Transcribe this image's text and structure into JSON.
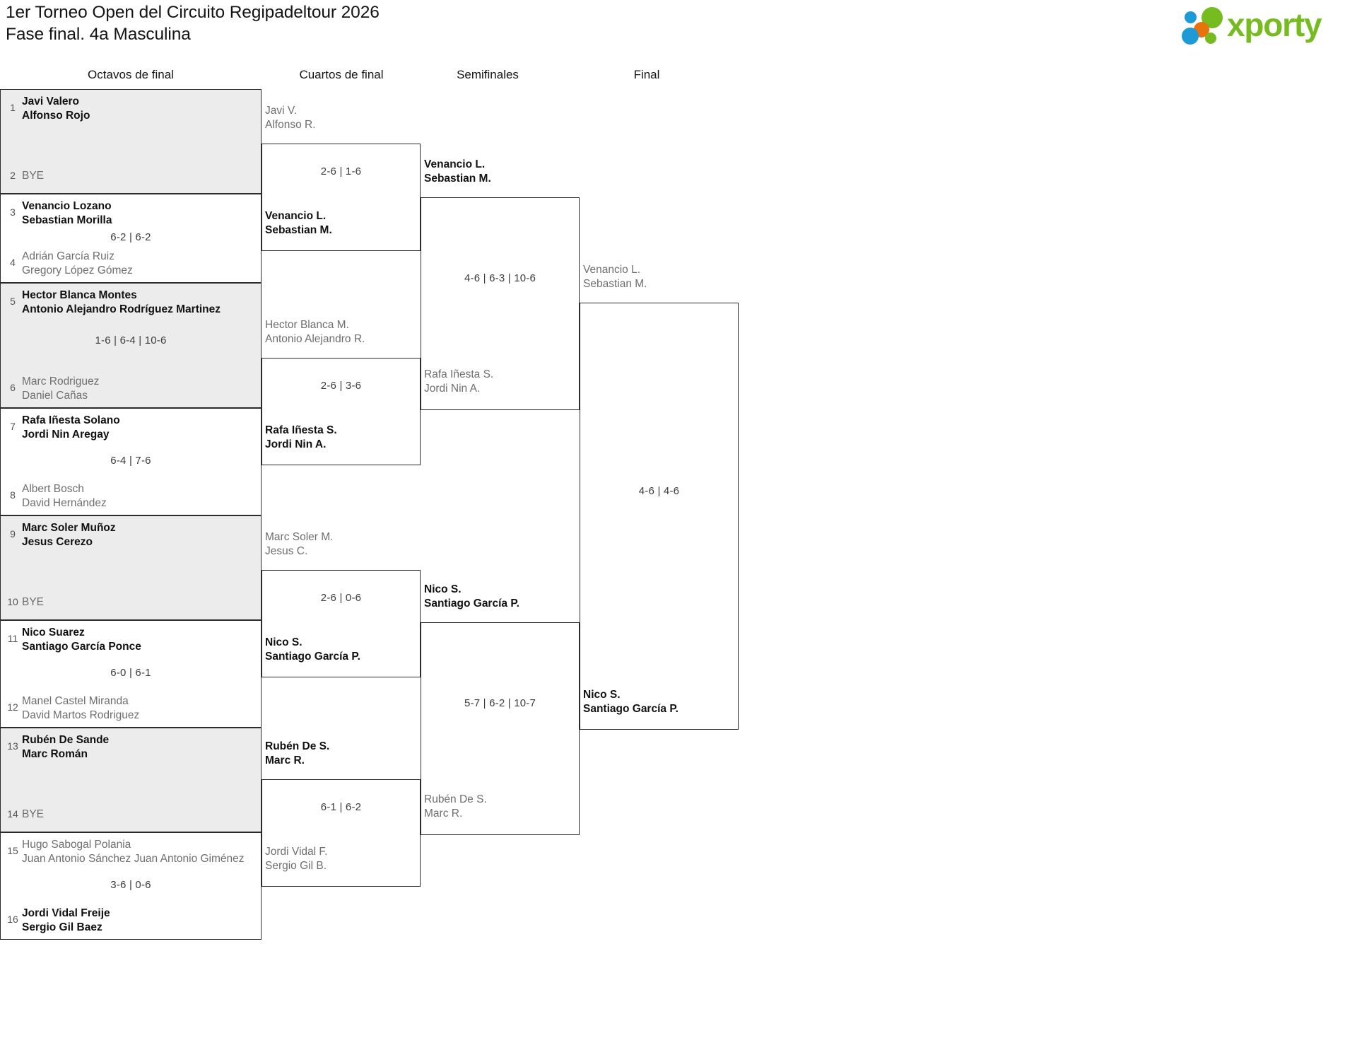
{
  "header": {
    "title_line1": "1er Torneo Open del Circuito Regipadeltour 2026",
    "title_line2": "Fase final. 4a Masculina",
    "logo_text": "xporty",
    "logo_colors": {
      "green": "#76bc21",
      "blue": "#1e9ad6",
      "orange": "#e8720c"
    }
  },
  "rounds": [
    {
      "label": "Octavos de final"
    },
    {
      "label": "Cuartos de final"
    },
    {
      "label": "Semifinales"
    },
    {
      "label": "Final"
    }
  ],
  "round1": [
    {
      "shaded": true,
      "score": "",
      "top": {
        "seed": "1",
        "names": [
          "Javi Valero",
          "Alfonso Rojo"
        ],
        "winner": true,
        "bye": false
      },
      "bottom": {
        "seed": "2",
        "names": [
          "BYE"
        ],
        "winner": false,
        "bye": true
      }
    },
    {
      "shaded": false,
      "score": "6-2 | 6-2",
      "top": {
        "seed": "3",
        "names": [
          "Venancio Lozano",
          "Sebastian Morilla"
        ],
        "winner": true,
        "bye": false
      },
      "bottom": {
        "seed": "4",
        "names": [
          "Adrián García Ruiz",
          "Gregory López Gómez"
        ],
        "winner": false,
        "bye": false
      }
    },
    {
      "shaded": true,
      "score": "1-6 | 6-4 | 10-6",
      "top": {
        "seed": "5",
        "names": [
          "Hector Blanca Montes",
          "Antonio Alejandro Rodríguez Martinez"
        ],
        "winner": true,
        "bye": false
      },
      "bottom": {
        "seed": "6",
        "names": [
          "Marc Rodriguez",
          "Daniel Cañas"
        ],
        "winner": false,
        "bye": false
      }
    },
    {
      "shaded": false,
      "score": "6-4 | 7-6",
      "top": {
        "seed": "7",
        "names": [
          "Rafa Iñesta Solano",
          "Jordi Nin Aregay"
        ],
        "winner": true,
        "bye": false
      },
      "bottom": {
        "seed": "8",
        "names": [
          "Albert Bosch",
          "David Hernández"
        ],
        "winner": false,
        "bye": false
      }
    },
    {
      "shaded": true,
      "score": "",
      "top": {
        "seed": "9",
        "names": [
          "Marc Soler Muñoz",
          "Jesus Cerezo"
        ],
        "winner": true,
        "bye": false
      },
      "bottom": {
        "seed": "10",
        "names": [
          "BYE"
        ],
        "winner": false,
        "bye": true
      }
    },
    {
      "shaded": false,
      "score": "6-0 | 6-1",
      "top": {
        "seed": "11",
        "names": [
          "Nico Suarez",
          "Santiago García Ponce"
        ],
        "winner": true,
        "bye": false
      },
      "bottom": {
        "seed": "12",
        "names": [
          "Manel Castel Miranda",
          "David Martos Rodriguez"
        ],
        "winner": false,
        "bye": false
      }
    },
    {
      "shaded": true,
      "score": "",
      "top": {
        "seed": "13",
        "names": [
          "Rubén De Sande",
          "Marc Román"
        ],
        "winner": true,
        "bye": false
      },
      "bottom": {
        "seed": "14",
        "names": [
          "BYE"
        ],
        "winner": false,
        "bye": true
      }
    },
    {
      "shaded": false,
      "score": "3-6 | 0-6",
      "top": {
        "seed": "15",
        "names": [
          "Hugo Sabogal Polania",
          "Juan Antonio Sánchez Juan Antonio Giménez"
        ],
        "winner": false,
        "bye": false
      },
      "bottom": {
        "seed": "16",
        "names": [
          "Jordi Vidal Freije",
          "Sergio Gil Baez"
        ],
        "winner": true,
        "bye": false
      }
    }
  ],
  "quarterfinals": [
    {
      "score": "2-6 | 1-6",
      "above": {
        "names": [
          "Javi V.",
          "Alfonso R."
        ],
        "winner": false
      },
      "below": {
        "names": [
          "Venancio L.",
          "Sebastian M."
        ],
        "winner": true
      }
    },
    {
      "score": "2-6 | 3-6",
      "above": {
        "names": [
          "Hector Blanca M.",
          "Antonio Alejandro R."
        ],
        "winner": false
      },
      "below": {
        "names": [
          "Rafa Iñesta S.",
          "Jordi Nin A."
        ],
        "winner": true
      }
    },
    {
      "score": "2-6 | 0-6",
      "above": {
        "names": [
          "Marc Soler M.",
          "Jesus C."
        ],
        "winner": false
      },
      "below": {
        "names": [
          "Nico S.",
          "Santiago García P."
        ],
        "winner": true
      }
    },
    {
      "score": "6-1 | 6-2",
      "above": {
        "names": [
          "Rubén De S.",
          "Marc R."
        ],
        "winner": true
      },
      "below": {
        "names": [
          "Jordi Vidal F.",
          "Sergio Gil B."
        ],
        "winner": false
      }
    }
  ],
  "semifinals": [
    {
      "score": "4-6 | 6-3 | 10-6",
      "above": {
        "names": [
          "Venancio L.",
          "Sebastian M."
        ],
        "winner": true
      },
      "below": {
        "names": [
          "Rafa Iñesta S.",
          "Jordi Nin A."
        ],
        "winner": false
      }
    },
    {
      "score": "5-7 | 6-2 | 10-7",
      "above": {
        "names": [
          "Nico S.",
          "Santiago García P."
        ],
        "winner": true
      },
      "below": {
        "names": [
          "Rubén De S.",
          "Marc R."
        ],
        "winner": false
      }
    }
  ],
  "final": [
    {
      "score": "4-6 | 4-6",
      "above": {
        "names": [
          "Venancio L.",
          "Sebastian M."
        ],
        "winner": false
      },
      "below": {
        "names": [
          "Nico S.",
          "Santiago García P."
        ],
        "winner": true
      }
    }
  ]
}
